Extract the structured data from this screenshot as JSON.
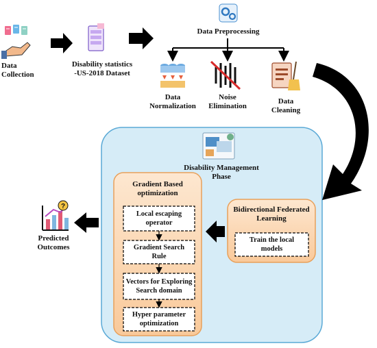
{
  "nodes": {
    "data_collection": "Data\nCollection",
    "dataset": "Disability statistics\n-US-2018 Dataset",
    "preprocessing": "Data Preprocessing",
    "normalization": "Data\nNormalization",
    "noise": "Noise\nElimination",
    "cleaning": "Data\nCleaning",
    "management": "Disability Management\nPhase",
    "federated": "Bidirectional Federated\nLearning",
    "train": "Train the local\nmodels",
    "gbo": "Gradient Based\noptimization",
    "gbo_steps": [
      "Local escaping\noperator",
      "Gradient Search\nRule",
      "Vectors for Exploring\nSearch domain",
      "Hyper parameter\noptimization"
    ],
    "outcomes": "Predicted\nOutcomes"
  },
  "colors": {
    "phase_fill": "#d6ecf7",
    "phase_stroke": "#5aa9d6",
    "inner_fill": "#fde2c6",
    "inner_stroke": "#e8a05a",
    "arrow": "#000000"
  }
}
